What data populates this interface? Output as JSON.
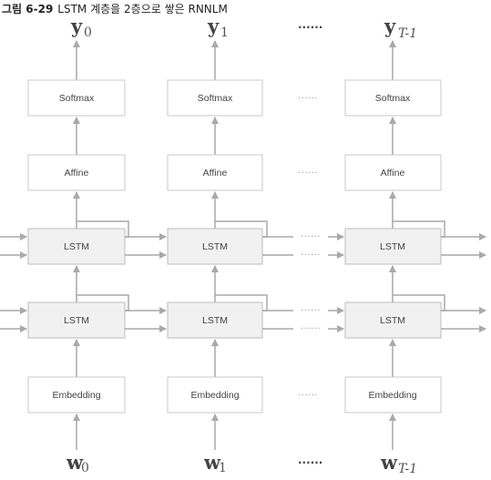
{
  "caption": {
    "number": "그림 6-29",
    "title": "LSTM 계층을 2층으로 쌓은 RNNLM"
  },
  "columns": [
    {
      "output_symbol": "y",
      "output_subscript": "0",
      "input_symbol": "w",
      "input_subscript": "0"
    },
    {
      "output_symbol": "y",
      "output_subscript": "1",
      "input_symbol": "w",
      "input_subscript": "1"
    },
    {
      "output_symbol": "y",
      "output_subscript": "T-1",
      "input_symbol": "w",
      "input_subscript": "T-1"
    }
  ],
  "layers": {
    "softmax": "Softmax",
    "affine": "Affine",
    "lstm_upper": "LSTM",
    "lstm_lower": "LSTM",
    "embedding": "Embedding"
  },
  "ellipsis": "······"
}
